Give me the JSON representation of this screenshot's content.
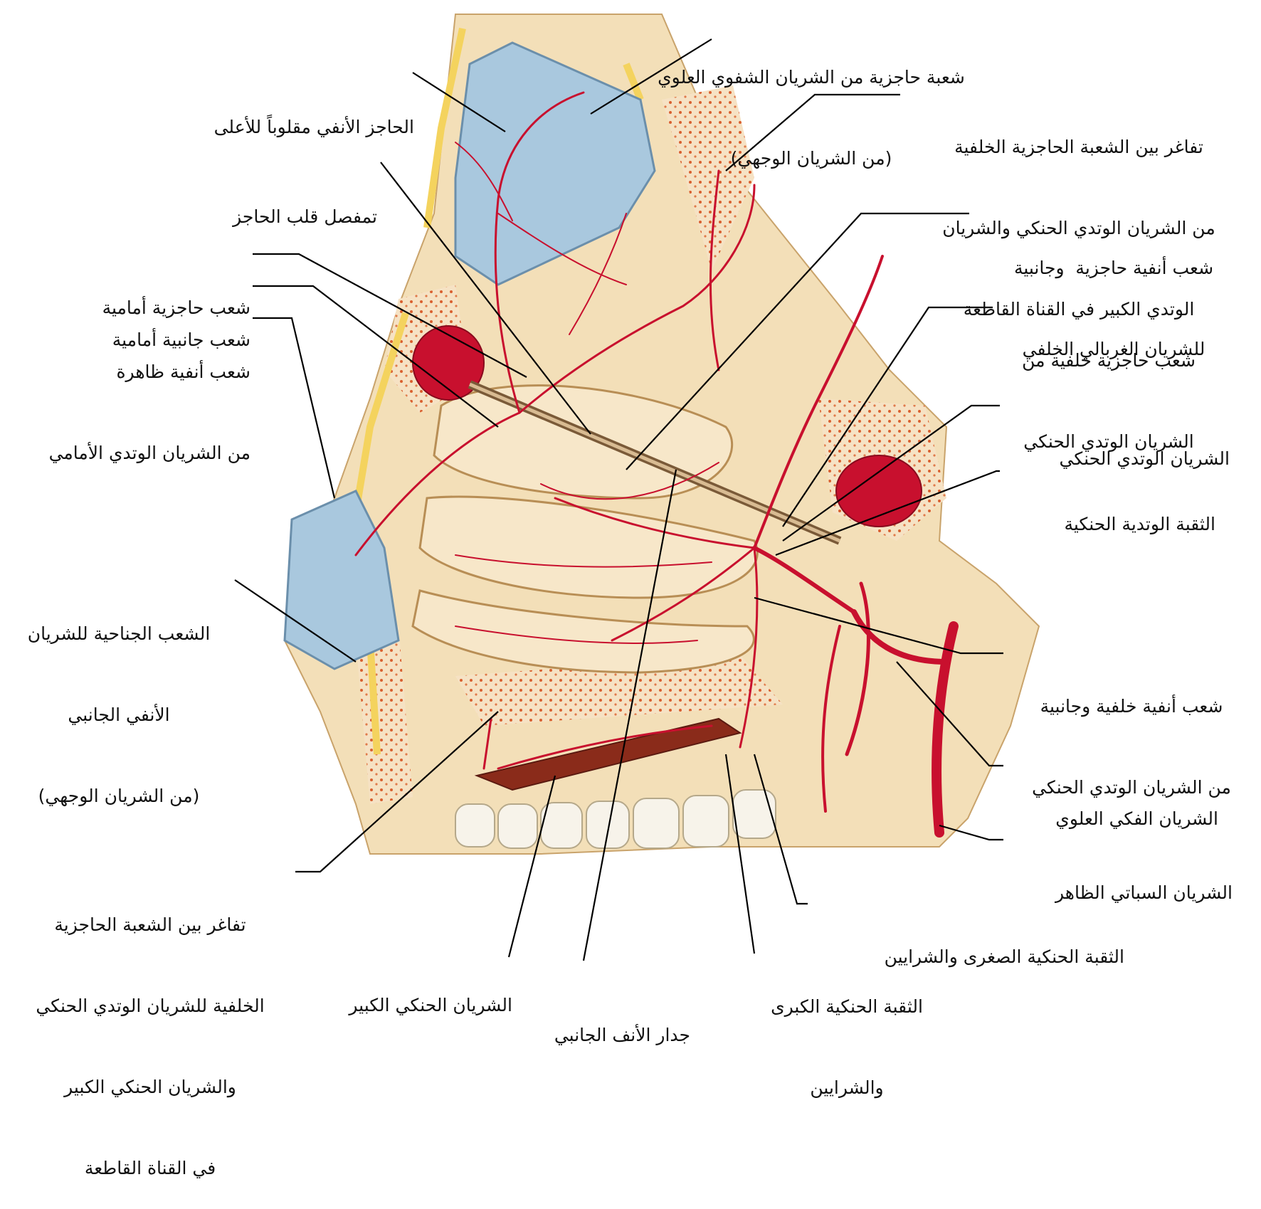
{
  "labels": {
    "septal_branch_superior_labial": {
      "lines": [
        "شعبة حاجزية من الشريان الشفوي العلوي",
        "(من الشريان الوجهي)"
      ]
    },
    "septum_reflected_up": {
      "lines": [
        "الحاجز الأنفي مقلوباً للأعلى"
      ]
    },
    "anastomosis_top_right": {
      "lines": [
        "تفاغر بين الشعبة الحاجزية الخلفية",
        "من الشريان الوتدي الحنكي والشريان",
        "الوتدي الكبير في القناة القاطعة"
      ]
    },
    "septal_cartilage_joint": {
      "lines": [
        "تمفصل قلب الحاجز"
      ]
    },
    "posterior_ethmoidal_branches": {
      "lines": [
        "شعب أنفية حاجزية  وجانبية",
        "للشريان الغربالي الخلفي"
      ]
    },
    "anterior_septal_branches": {
      "lines": [
        "شعب حاجزية أمامية"
      ]
    },
    "anterior_lateral_branches": {
      "lines": [
        "شعب جانبية أمامية"
      ]
    },
    "external_nasal_branches": {
      "lines": [
        "شعب أنفية ظاهرة",
        "من الشريان الوتدي الأمامي"
      ]
    },
    "posterior_septal_sphenopalatine": {
      "lines": [
        "شعب حاجزية خلفية من",
        "الشريان الوتدي الحنكي"
      ]
    },
    "sphenopalatine_artery": {
      "lines": [
        "الشريان الوتدي الحنكي"
      ]
    },
    "sphenopalatine_foramen": {
      "lines": [
        "الثقبة الوتدية الحنكية"
      ]
    },
    "alar_branches": {
      "lines": [
        "الشعب الجناحية للشريان",
        "الأنفي الجانبي",
        "(من الشريان الوجهي)"
      ]
    },
    "posterior_lateral_nasal": {
      "lines": [
        "شعب أنفية خلفية وجانبية",
        "من الشريان الوتدي الحنكي"
      ]
    },
    "maxillary_artery": {
      "lines": [
        "الشريان الفكي العلوي"
      ]
    },
    "external_carotid": {
      "lines": [
        "الشريان السباتي الظاهر"
      ]
    },
    "anastomosis_bottom_left": {
      "lines": [
        "تفاغر بين الشعبة الحاجزية",
        "الخلفية للشريان الوتدي الحنكي",
        "والشريان الحنكي الكبير",
        "في القناة القاطعة"
      ]
    },
    "lesser_palatine": {
      "lines": [
        "الثقبة الحنكية الصغرى والشرايين"
      ]
    },
    "greater_palatine_artery": {
      "lines": [
        "الشريان الحنكي الكبير"
      ]
    },
    "greater_palatine_foramen": {
      "lines": [
        "الثقبة الحنكية الكبرى",
        "والشرايين"
      ]
    },
    "lateral_nasal_wall": {
      "lines": [
        "جدار الأنف الجانبي"
      ]
    }
  },
  "colors": {
    "artery": "#c8102e",
    "bone": "#f3dfb8",
    "bone_shadow": "#e2c08c",
    "cartilage": "#a9c8de",
    "fat": "#f4d35e",
    "marrow": "#e07a4a",
    "leader": "#000000"
  }
}
